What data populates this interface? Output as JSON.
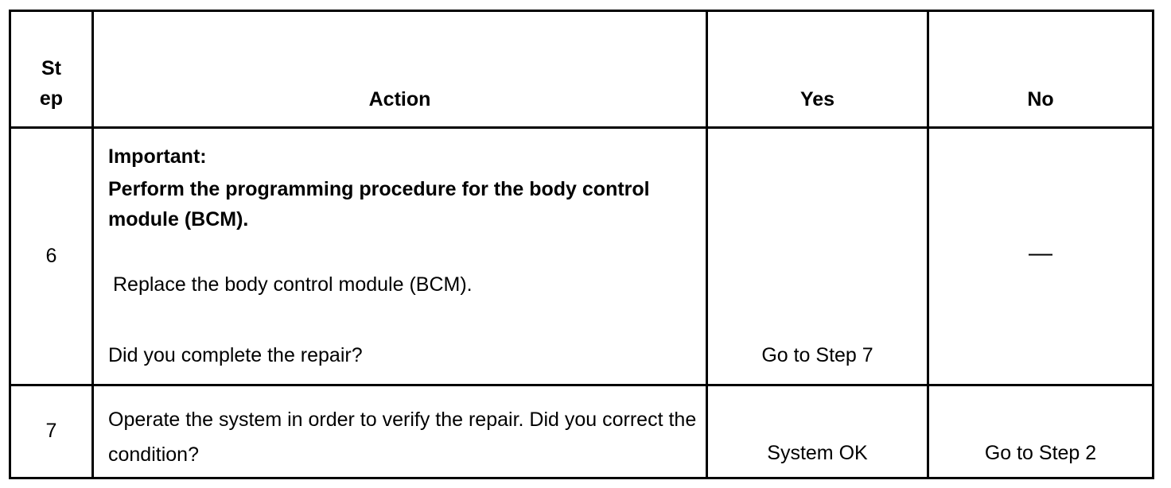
{
  "header": {
    "step": "St\nep",
    "action": "Action",
    "yes": "Yes",
    "no": "No"
  },
  "rows": [
    {
      "step": "6",
      "important_label": "Important:",
      "important_text": "Perform the programming procedure for the body control module (BCM).",
      "instruction": "Replace the body control module (BCM).",
      "question": "Did you complete the repair?",
      "yes": "Go to Step 7",
      "no": "—"
    },
    {
      "step": "7",
      "question": "Operate the system in order to verify the repair. Did you correct the condition?",
      "yes": "System OK",
      "no": "Go to Step 2"
    }
  ]
}
